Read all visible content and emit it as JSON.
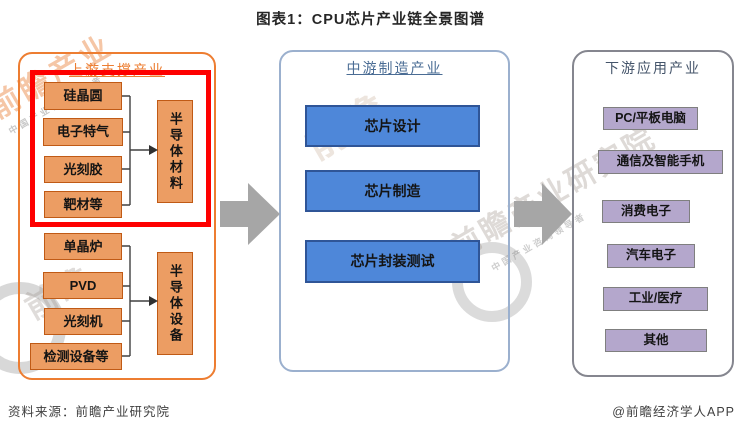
{
  "title": "图表1：CPU芯片产业链全景图谱",
  "sections": {
    "upstream": {
      "label": "上游支撑产业",
      "materials": {
        "inputs": [
          "硅晶圆",
          "电子特气",
          "光刻胶",
          "靶材等"
        ],
        "output": "半导体材料"
      },
      "equipment": {
        "inputs": [
          "单晶炉",
          "PVD",
          "光刻机",
          "检测设备等"
        ],
        "output": "半导体设备"
      }
    },
    "midstream": {
      "label": "中游制造产业",
      "stages": [
        "芯片设计",
        "芯片制造",
        "芯片封装测试"
      ]
    },
    "downstream": {
      "label": "下游应用产业",
      "applications": [
        "PC/平板电脑",
        "通信及智能手机",
        "消费电子",
        "汽车电子",
        "工业/医疗",
        "其他"
      ]
    }
  },
  "footer": {
    "source": "资料来源：前瞻产业研究院",
    "credit": "@前瞻经济学人APP"
  },
  "watermarks": {
    "top_left_brand": "前瞻产业",
    "top_left_slogan": "中国产业咨询领导者",
    "mid_left_brand": "前瞻",
    "mid_panel_brand": "前瞻",
    "center_brand": "前瞻产业研究院",
    "center_slogan": "中国产业咨询领导者"
  },
  "colors": {
    "upstream_accent": "#ED7D31",
    "upstream_box_fill": "#EC9D63",
    "upstream_box_border": "#C05A15",
    "midstream_box_fill": "#4E87D9",
    "midstream_box_border": "#2F5597",
    "midstream_panel_border": "#9BB0CE",
    "downstream_box_fill": "#B4A7CC",
    "downstream_panel_border": "#85868F",
    "highlight_red": "#FE0000",
    "flow_arrow_gray": "#A6A6A6"
  }
}
